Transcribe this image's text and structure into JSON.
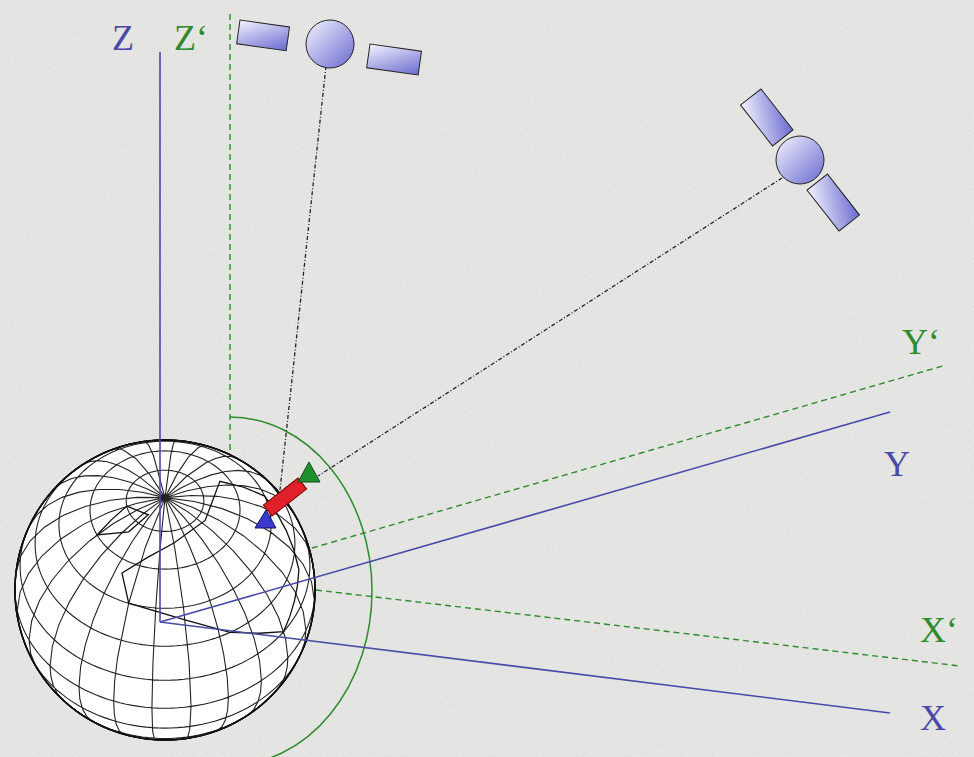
{
  "diagram": {
    "labels": [
      "Z",
      "Z‘",
      "Y‘",
      "Y",
      "X‘",
      "X"
    ]
  }
}
